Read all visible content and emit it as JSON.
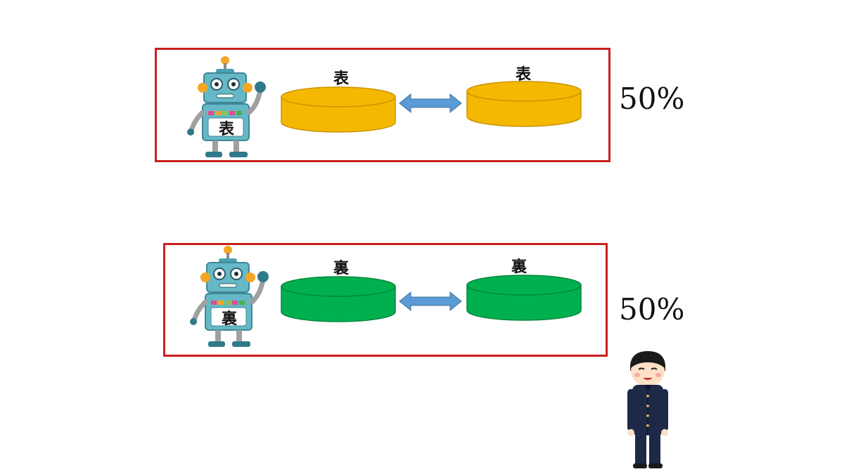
{
  "scenarios": [
    {
      "robot_label": "表",
      "left_coin_label": "表",
      "right_coin_label": "表",
      "probability": "50%",
      "coin_color": "#f5b800",
      "coin_edge": "#c99400"
    },
    {
      "robot_label": "裏",
      "left_coin_label": "裏",
      "right_coin_label": "裏",
      "probability": "50%",
      "coin_color": "#00b04f",
      "coin_edge": "#00873c"
    }
  ],
  "colors": {
    "frame": "#cc1f1f",
    "arrow": "#5b9bd5",
    "robot_body": "#66b8c6",
    "robot_accent": "#f5a623"
  },
  "icons": {
    "robot": "robot-icon",
    "coin": "coin-icon",
    "arrow": "double-arrow-icon",
    "person": "student-person-icon"
  }
}
